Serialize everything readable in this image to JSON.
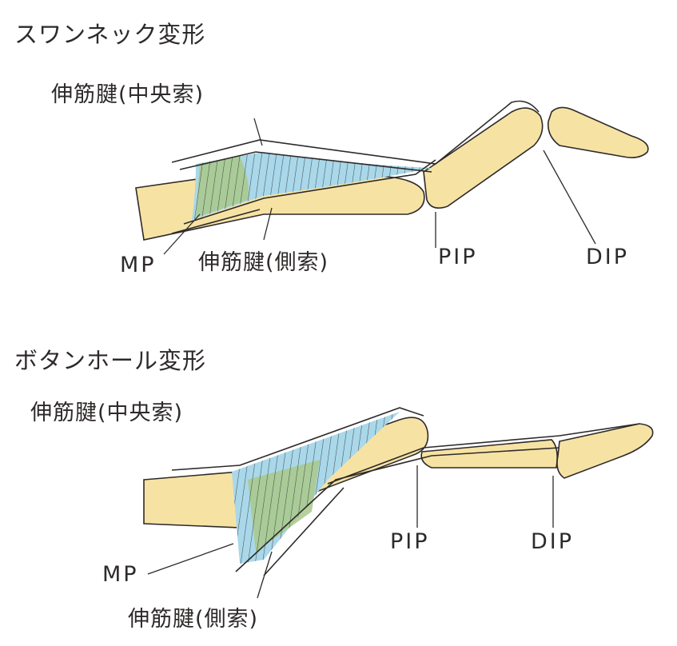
{
  "colors": {
    "bone": "#f6e3a4",
    "bone_shade": "#e8c97a",
    "tendon_blue": "#a9d8ea",
    "tendon_green": "#a9c98a",
    "ink": "#2e2a2a"
  },
  "swan_neck": {
    "title": "スワンネック変形",
    "tendon_central": "伸筋腱(中央索)",
    "tendon_lateral": "伸筋腱(側索)",
    "joint_mp": "MP",
    "joint_pip": "PIP",
    "joint_dip": "DIP"
  },
  "boutonniere": {
    "title": "ボタンホール変形",
    "tendon_central": "伸筋腱(中央索)",
    "tendon_lateral": "伸筋腱(側索)",
    "joint_mp": "MP",
    "joint_pip": "PIP",
    "joint_dip": "DIP"
  }
}
